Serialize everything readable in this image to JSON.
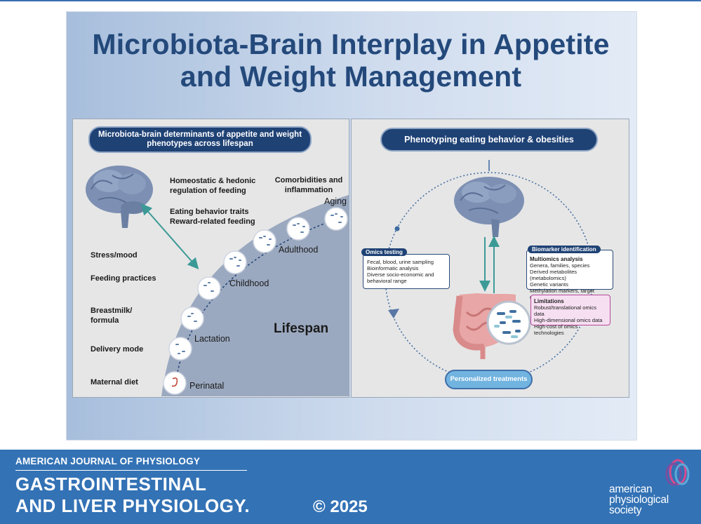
{
  "title": "Microbiota-Brain Interplay in Appetite and Weight Management",
  "left_panel": {
    "header": "Microbiota-brain determinants of appetite and weight phenotypes across lifespan",
    "top_labels": [
      "Homeostatic & hedonic regulation of feeding",
      "Comorbidities and inflammation",
      "Eating behavior traits Reward-related feeding"
    ],
    "side_labels": [
      "Stress/mood",
      "Feeding practices",
      "Breastmilk/ formula",
      "Delivery mode",
      "Maternal diet"
    ],
    "stages": [
      "Perinatal",
      "Lactation",
      "Childhood",
      "Adulthood",
      "Aging"
    ],
    "lifespan_label": "Lifespan"
  },
  "right_panel": {
    "header": "Phenotyping eating behavior & obesities",
    "omics": {
      "title": "Omics testing",
      "lines": [
        "Fecal, blood, urine sampling",
        "Bioinformatic analysis",
        "Diverse socio-economic and behavioral range"
      ]
    },
    "biomarker": {
      "title": "Biomarker identification",
      "subtitle": "Multiomics analysis",
      "lines": [
        "Genera, families, species",
        "Derived metabolites (metabolomics)",
        "Genetic variants",
        "Methylation markers, target miRNA"
      ]
    },
    "limitations": {
      "title": "Limitations",
      "lines": [
        "Robust/translational omics data",
        "High-dimensional omics data",
        "High-cost of omics technologies"
      ]
    },
    "personalized": "Personalized treatments"
  },
  "footer": {
    "journal_top": "AMERICAN JOURNAL OF PHYSIOLOGY",
    "journal_line1": "GASTROINTESTINAL",
    "journal_line2": "AND LIVER PHYSIOLOGY.",
    "copyright": "© 2025",
    "society": [
      "american",
      "physiological",
      "society"
    ]
  },
  "colors": {
    "navy": "#1f4275",
    "title": "#24497b",
    "footer": "#3372b5",
    "lifespan_band": "#9ba9c0",
    "personalized": "#72b4e0",
    "limitations_bg": "#f7dff2"
  }
}
